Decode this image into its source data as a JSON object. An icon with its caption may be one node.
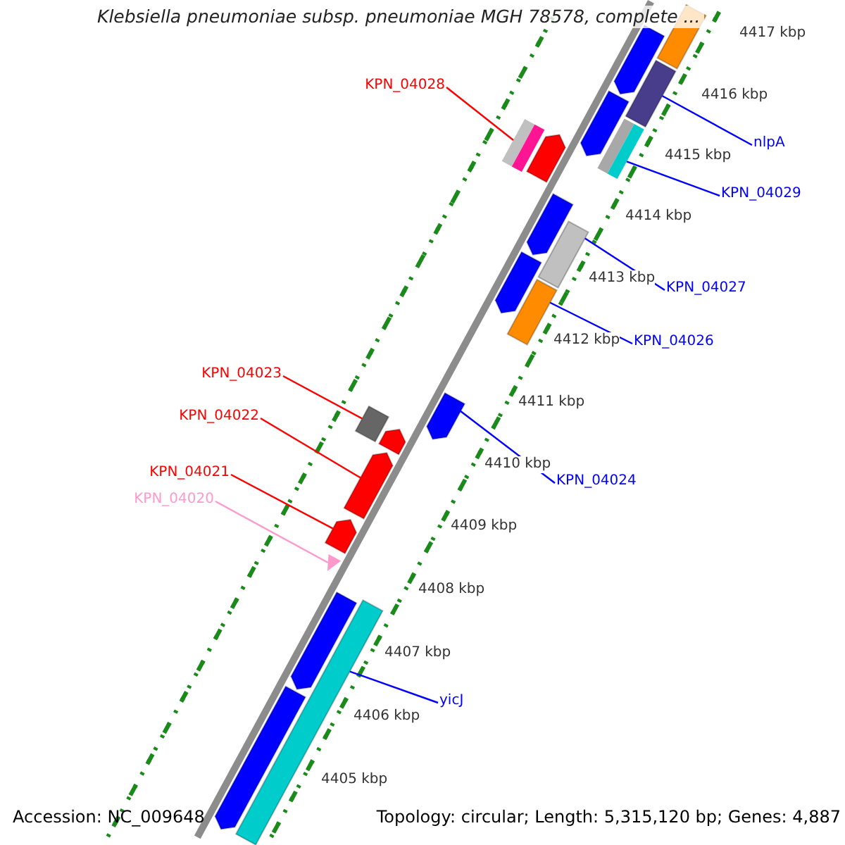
{
  "diagram": {
    "title": "Klebsiella pneumoniae subsp. pneumoniae MGH 78578, complete ...",
    "nodes": [
      {
        "text": [
          "KPN_04028"
        ]
      },
      {
        "text": [
          "nlpA"
        ]
      },
      {
        "text": [
          "KPN_04029"
        ]
      },
      {
        "text": [
          "KPN_04027"
        ]
      },
      {
        "text": [
          "KPN_04026"
        ]
      },
      {
        "text": [
          "KPN_04023"
        ]
      },
      {
        "text": [
          "KPN_04022"
        ]
      },
      {
        "text": [
          "KPN_04021"
        ]
      },
      {
        "text": [
          "KPN_04024"
        ]
      },
      {
        "text": [
          "KPN_04020"
        ]
      },
      {
        "text": [
          "yicJ"
        ]
      },
      {
        "text": [],
        "shape": "bar"
      },
      {
        "text": [],
        "shape": "bar"
      },
      {
        "text": [],
        "shape": "bar"
      },
      {
        "text": [],
        "shape": "bar"
      },
      {
        "text": [],
        "shape": "bar"
      },
      {
        "text": [],
        "shape": "box"
      },
      {
        "text": [],
        "shape": "arrow"
      },
      {
        "text": [],
        "shape": "arrow"
      },
      {
        "text": [],
        "shape": "arrow"
      },
      {
        "text": [],
        "shape": "triangle"
      },
      {
        "text": [],
        "shape": "bar"
      },
      {
        "text": [],
        "shape": "bar"
      },
      {
        "text": [],
        "shape": "arrow"
      },
      {
        "text": [],
        "shape": "arrow"
      },
      {
        "text": [],
        "shape": "arrow"
      },
      {
        "text": [],
        "shape": "arrow"
      },
      {
        "text": [],
        "shape": "arrow"
      },
      {
        "text": [],
        "shape": "arrow"
      },
      {
        "text": [],
        "shape": "arrow"
      },
      {
        "text": [],
        "shape": "arrow"
      }
    ],
    "edges": [
      {
        "from": 0,
        "to": 11,
        "arrow": "none",
        "color": "#ff0000"
      },
      {
        "from": 1,
        "to": 12,
        "arrow": "none"
      },
      {
        "from": 2,
        "to": 13,
        "arrow": "none"
      },
      {
        "from": 3,
        "to": 14,
        "arrow": "none"
      },
      {
        "from": 4,
        "to": 15,
        "arrow": "none"
      },
      {
        "from": 5,
        "to": 16,
        "arrow": "none",
        "color": "#ff0000"
      },
      {
        "from": 6,
        "to": 17,
        "arrow": "none",
        "color": "#ff0000"
      },
      {
        "from": 7,
        "to": 18,
        "arrow": "none",
        "color": "#ff0000"
      },
      {
        "from": 8,
        "to": 19,
        "arrow": "none"
      },
      {
        "from": 9,
        "to": 20,
        "arrow": "none",
        "color": "#ff99cc"
      },
      {
        "from": 10,
        "to": 21,
        "arrow": "none"
      }
    ],
    "labels": [
      "4417 kbp",
      "4416 kbp",
      "4415 kbp",
      "4414 kbp",
      "4413 kbp",
      "4412 kbp",
      "4411 kbp",
      "4410 kbp",
      "4409 kbp",
      "4408 kbp",
      "4407 kbp",
      "4406 kbp",
      "4405 kbp",
      "Accession: NC_009648",
      "Topology: circular; Length: 5,315,120 bp; Genes: 4,887"
    ]
  }
}
